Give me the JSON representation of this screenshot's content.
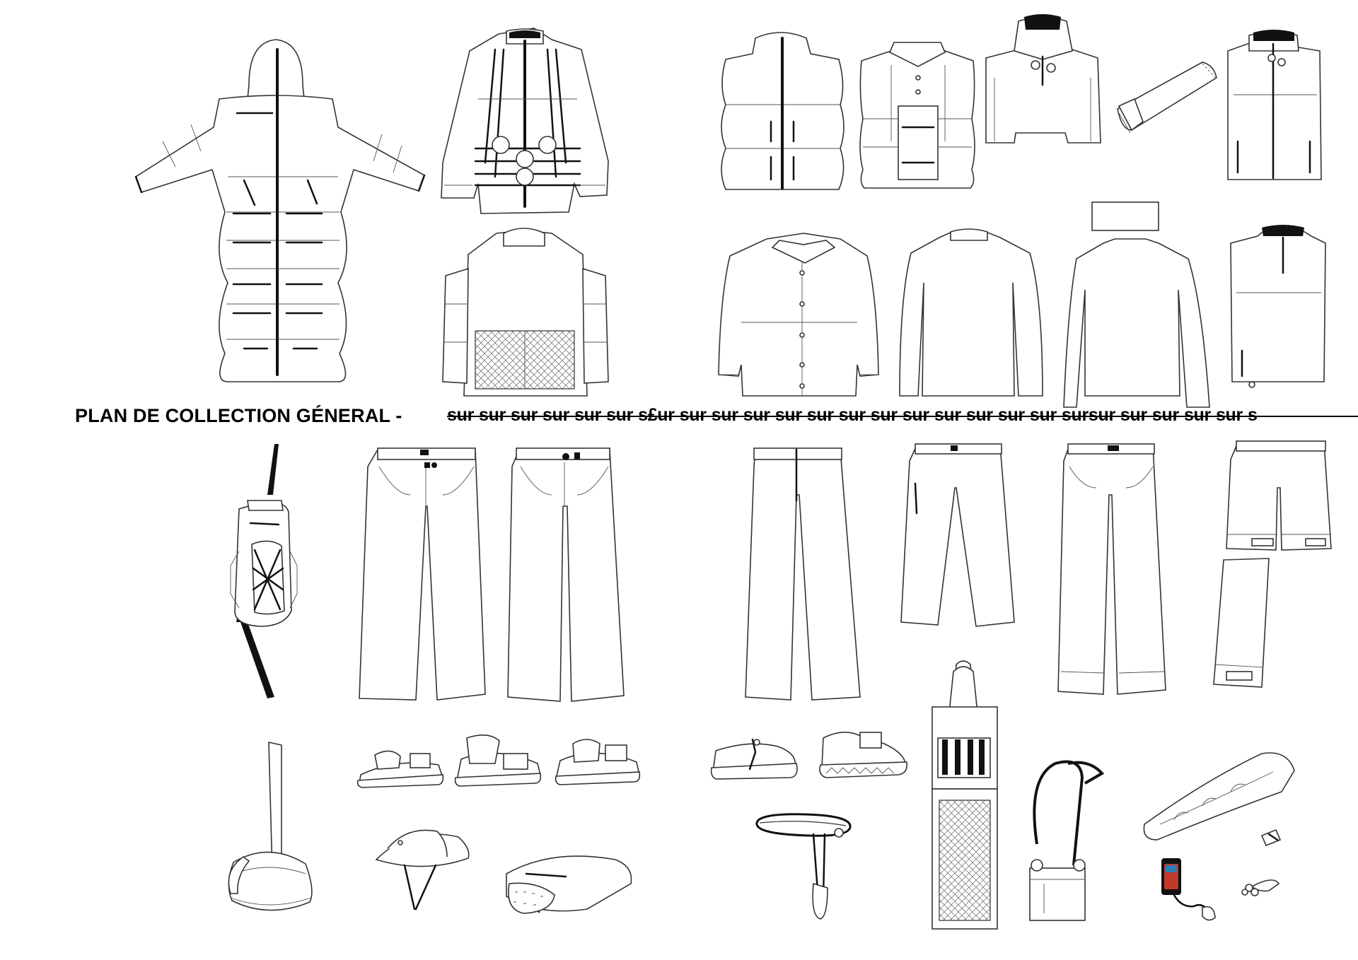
{
  "board": {
    "title": "PLAN DE COLLECTION GÉNERAL  -",
    "ticker_words": [
      "sur",
      "sur",
      "sur",
      "sur",
      "sur",
      "sur",
      "s£ur",
      "sur",
      "sur",
      "sur",
      "sur",
      "sur",
      "sur",
      "sur",
      "sur",
      "sur",
      "sur",
      "sur",
      "sur",
      "sursur",
      "sur",
      "sur",
      "sur",
      "sur",
      "s"
    ]
  },
  "colors": {
    "background": "#ffffff",
    "line": "#333333",
    "accent_black": "#111111"
  },
  "items": [
    {
      "id": "long-puffer-coat",
      "icon": "puffer-coat-icon"
    },
    {
      "id": "bungee-strap-jacket",
      "icon": "jacket-icon"
    },
    {
      "id": "puffer-vest",
      "icon": "vest-icon"
    },
    {
      "id": "collared-puffer-vest",
      "icon": "vest-icon"
    },
    {
      "id": "hooded-short-jacket",
      "icon": "jacket-icon"
    },
    {
      "id": "detached-sleeve",
      "icon": "sleeve-icon"
    },
    {
      "id": "hooded-vest",
      "icon": "vest-icon"
    },
    {
      "id": "mesh-panel-top",
      "icon": "top-icon"
    },
    {
      "id": "work-jacket",
      "icon": "jacket-icon"
    },
    {
      "id": "mock-neck-top",
      "icon": "top-icon"
    },
    {
      "id": "long-sleeve-tee",
      "icon": "top-icon"
    },
    {
      "id": "half-zip-vest",
      "icon": "vest-icon"
    },
    {
      "id": "backpack",
      "icon": "backpack-icon"
    },
    {
      "id": "trousers-1",
      "icon": "trousers-icon"
    },
    {
      "id": "trousers-2",
      "icon": "trousers-icon"
    },
    {
      "id": "trousers-3",
      "icon": "trousers-icon"
    },
    {
      "id": "trousers-4",
      "icon": "trousers-icon"
    },
    {
      "id": "trousers-5",
      "icon": "trousers-icon"
    },
    {
      "id": "convertible-shorts",
      "icon": "shorts-icon"
    },
    {
      "id": "shorts-leg-extension",
      "icon": "sleeve-icon"
    },
    {
      "id": "bucket-hat-bag",
      "icon": "hat-bag-icon"
    },
    {
      "id": "sandal-1",
      "icon": "sandal-icon"
    },
    {
      "id": "sandal-2",
      "icon": "sandal-icon"
    },
    {
      "id": "sandal-3",
      "icon": "sandal-icon"
    },
    {
      "id": "shoe-1",
      "icon": "shoe-icon"
    },
    {
      "id": "shoe-2",
      "icon": "shoe-icon"
    },
    {
      "id": "tote-bag",
      "icon": "tote-bag-icon"
    },
    {
      "id": "bucket-hat",
      "icon": "hat-icon"
    },
    {
      "id": "shoe-bag",
      "icon": "shoe-bag-icon"
    },
    {
      "id": "carabiner-belt",
      "icon": "belt-icon"
    },
    {
      "id": "crossbody-pouch",
      "icon": "pouch-icon"
    },
    {
      "id": "sling-bag",
      "icon": "sling-bag-icon"
    },
    {
      "id": "phone-case",
      "icon": "phone-icon"
    },
    {
      "id": "keychain",
      "icon": "keychain-icon"
    }
  ]
}
